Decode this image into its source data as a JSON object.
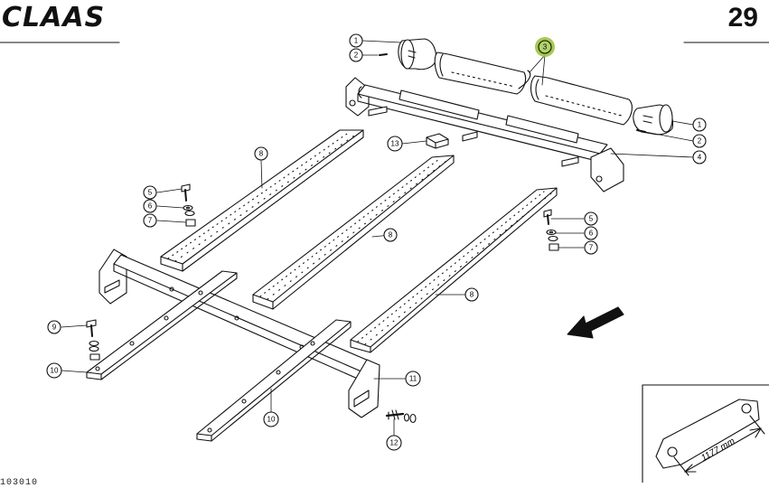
{
  "header": {
    "brand": "CLAAS",
    "page_number": "29"
  },
  "footer": {
    "drawing_code": "103010"
  },
  "callouts": [
    {
      "id": "c1a",
      "label": "1",
      "part": "tube-end-cap"
    },
    {
      "id": "c2a",
      "label": "2",
      "part": "pin"
    },
    {
      "id": "c3",
      "label": "3",
      "part": "half-tube-cover",
      "highlighted": true,
      "highlight_color": "#9bc43c"
    },
    {
      "id": "c1b",
      "label": "1",
      "part": "tube-end-cap"
    },
    {
      "id": "c2b",
      "label": "2",
      "part": "pin"
    },
    {
      "id": "c4",
      "label": "4",
      "part": "rear-crossbar-frame"
    },
    {
      "id": "c13",
      "label": "13",
      "part": "block"
    },
    {
      "id": "c8a",
      "label": "8",
      "part": "support-rail"
    },
    {
      "id": "c8b",
      "label": "8",
      "part": "support-rail"
    },
    {
      "id": "c8c",
      "label": "8",
      "part": "support-rail"
    },
    {
      "id": "c5a",
      "label": "5",
      "part": "bolt"
    },
    {
      "id": "c6a",
      "label": "6",
      "part": "washer"
    },
    {
      "id": "c7a",
      "label": "7",
      "part": "nut"
    },
    {
      "id": "c5b",
      "label": "5",
      "part": "bolt"
    },
    {
      "id": "c6b",
      "label": "6",
      "part": "washer"
    },
    {
      "id": "c7b",
      "label": "7",
      "part": "nut"
    },
    {
      "id": "c9",
      "label": "9",
      "part": "bolt"
    },
    {
      "id": "c10a",
      "label": "10",
      "part": "front-flat-bar"
    },
    {
      "id": "c10b",
      "label": "10",
      "part": "front-flat-bar"
    },
    {
      "id": "c11",
      "label": "11",
      "part": "front-crossbar-frame"
    },
    {
      "id": "c12",
      "label": "12",
      "part": "bolt-set"
    }
  ],
  "inset": {
    "dimension_label": "1177 mm"
  },
  "colors": {
    "line": "#111111",
    "highlight": "#9bc43c"
  },
  "icons": {
    "direction": "travel-direction-arrow-icon"
  }
}
